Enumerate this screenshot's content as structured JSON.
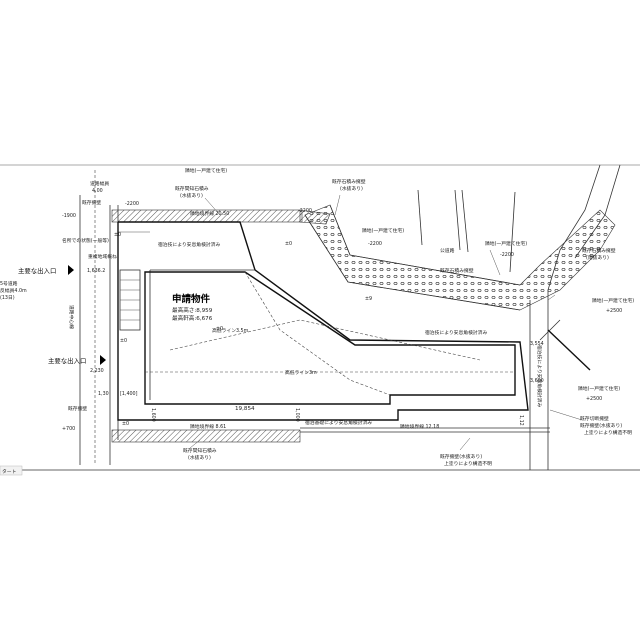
{
  "labels": {
    "road_width_title": "道路幅員",
    "road_width_value": "4.00",
    "existing_wall_left": "既存擁壁",
    "existing_stone_top": "既存間知石積み",
    "existing_stone_top_sub": "(水抜あり)",
    "neighbor_top": "隣地(一戸建て住宅)",
    "neighbor_boundary_top": "隣地境界線 20.50",
    "elev_m2200_a": "-2200",
    "elev_m1900": "-1900",
    "stone_wall_mid": "既存石積み擁壁",
    "stone_wall_mid_sub": "(水抜あり)",
    "elev_m2200_b": "-2200",
    "elev_m2200_c": "-2200",
    "elev_m2200_d": "-2200",
    "neighbor_mid": "隣地(一戸建て住宅)",
    "neighbor_right": "隣地(一戸建て住宅)",
    "road_private": "公道路",
    "stone_wall_right": "既存石積み擁壁",
    "stone_wall_right2": "既存石積み擁壁",
    "stone_wall_right2_sub": "(雨抜あり)",
    "neighbor_far_right": "隣地(一戸建て住宅)",
    "elev_p2500_a": "+2500",
    "elev_p2500_b": "+2500",
    "neighbor_lower_right": "隣地(一戸建て住宅)",
    "retaining_right": "既存擁壁(水抜あり)",
    "retaining_right_sub": "上塗りにより構造不明",
    "main_entrance_1": "主要な出入口",
    "main_entrance_2": "主要な出入口",
    "road_note": "5号道路",
    "road_note_2": "反幅員4.0m",
    "road_note_3": "(13日)",
    "road_center_line": "道路中心線",
    "pm0_a": "±0",
    "pm0_b": "±0",
    "pm0_c": "±0",
    "pm0_d": "±0",
    "pm0_e": "±0",
    "pm9": "±9",
    "p700": "+700",
    "dim_1636": "1,636.2",
    "dim_1400": "[1,400]",
    "dim_19854": "19,854",
    "dim_12": "1,12",
    "dim_554": "3,554",
    "property_title": "申請物件",
    "highest_height": "最高高さ:8,959",
    "highest_eave": "最高軒高:6,676",
    "note_safety_1": "宿泊技により安息角検討済み",
    "note_safety_2": "宿泊技により安息角検討済み",
    "note_safety_3": "宿泊技により安息角検討済み",
    "note_safety_4": "宿泊技により安息角検討済み",
    "note_safety_bottom": "宿泊基礎により安息角検討済み",
    "neighbor_boundary_bottom_left": "隣地境界線 8.61",
    "neighbor_boundary_bottom_right": "隣地境界線 12.18",
    "existing_stone_bottom": "既存間知石積み",
    "existing_stone_bottom_sub": "(水抜あり)",
    "retaining_bottom": "既存擁壁(水抜あり)",
    "retaining_bottom_sub": "上塗りにより構造不明",
    "existing_cut": "既存切断擁壁",
    "left_fence_note": "名所での状態(一般等)",
    "left_small_note": "重複地域概ね",
    "dim_2230": "2,230",
    "dim_130": "1,30",
    "inner_line_1": "高低ライン3.5m",
    "inner_line_2": "高低ライン3m",
    "dim_1600": "1,600",
    "dim_1000": "1,000",
    "dim_3600": "3,600",
    "corner_tag": "タート"
  }
}
